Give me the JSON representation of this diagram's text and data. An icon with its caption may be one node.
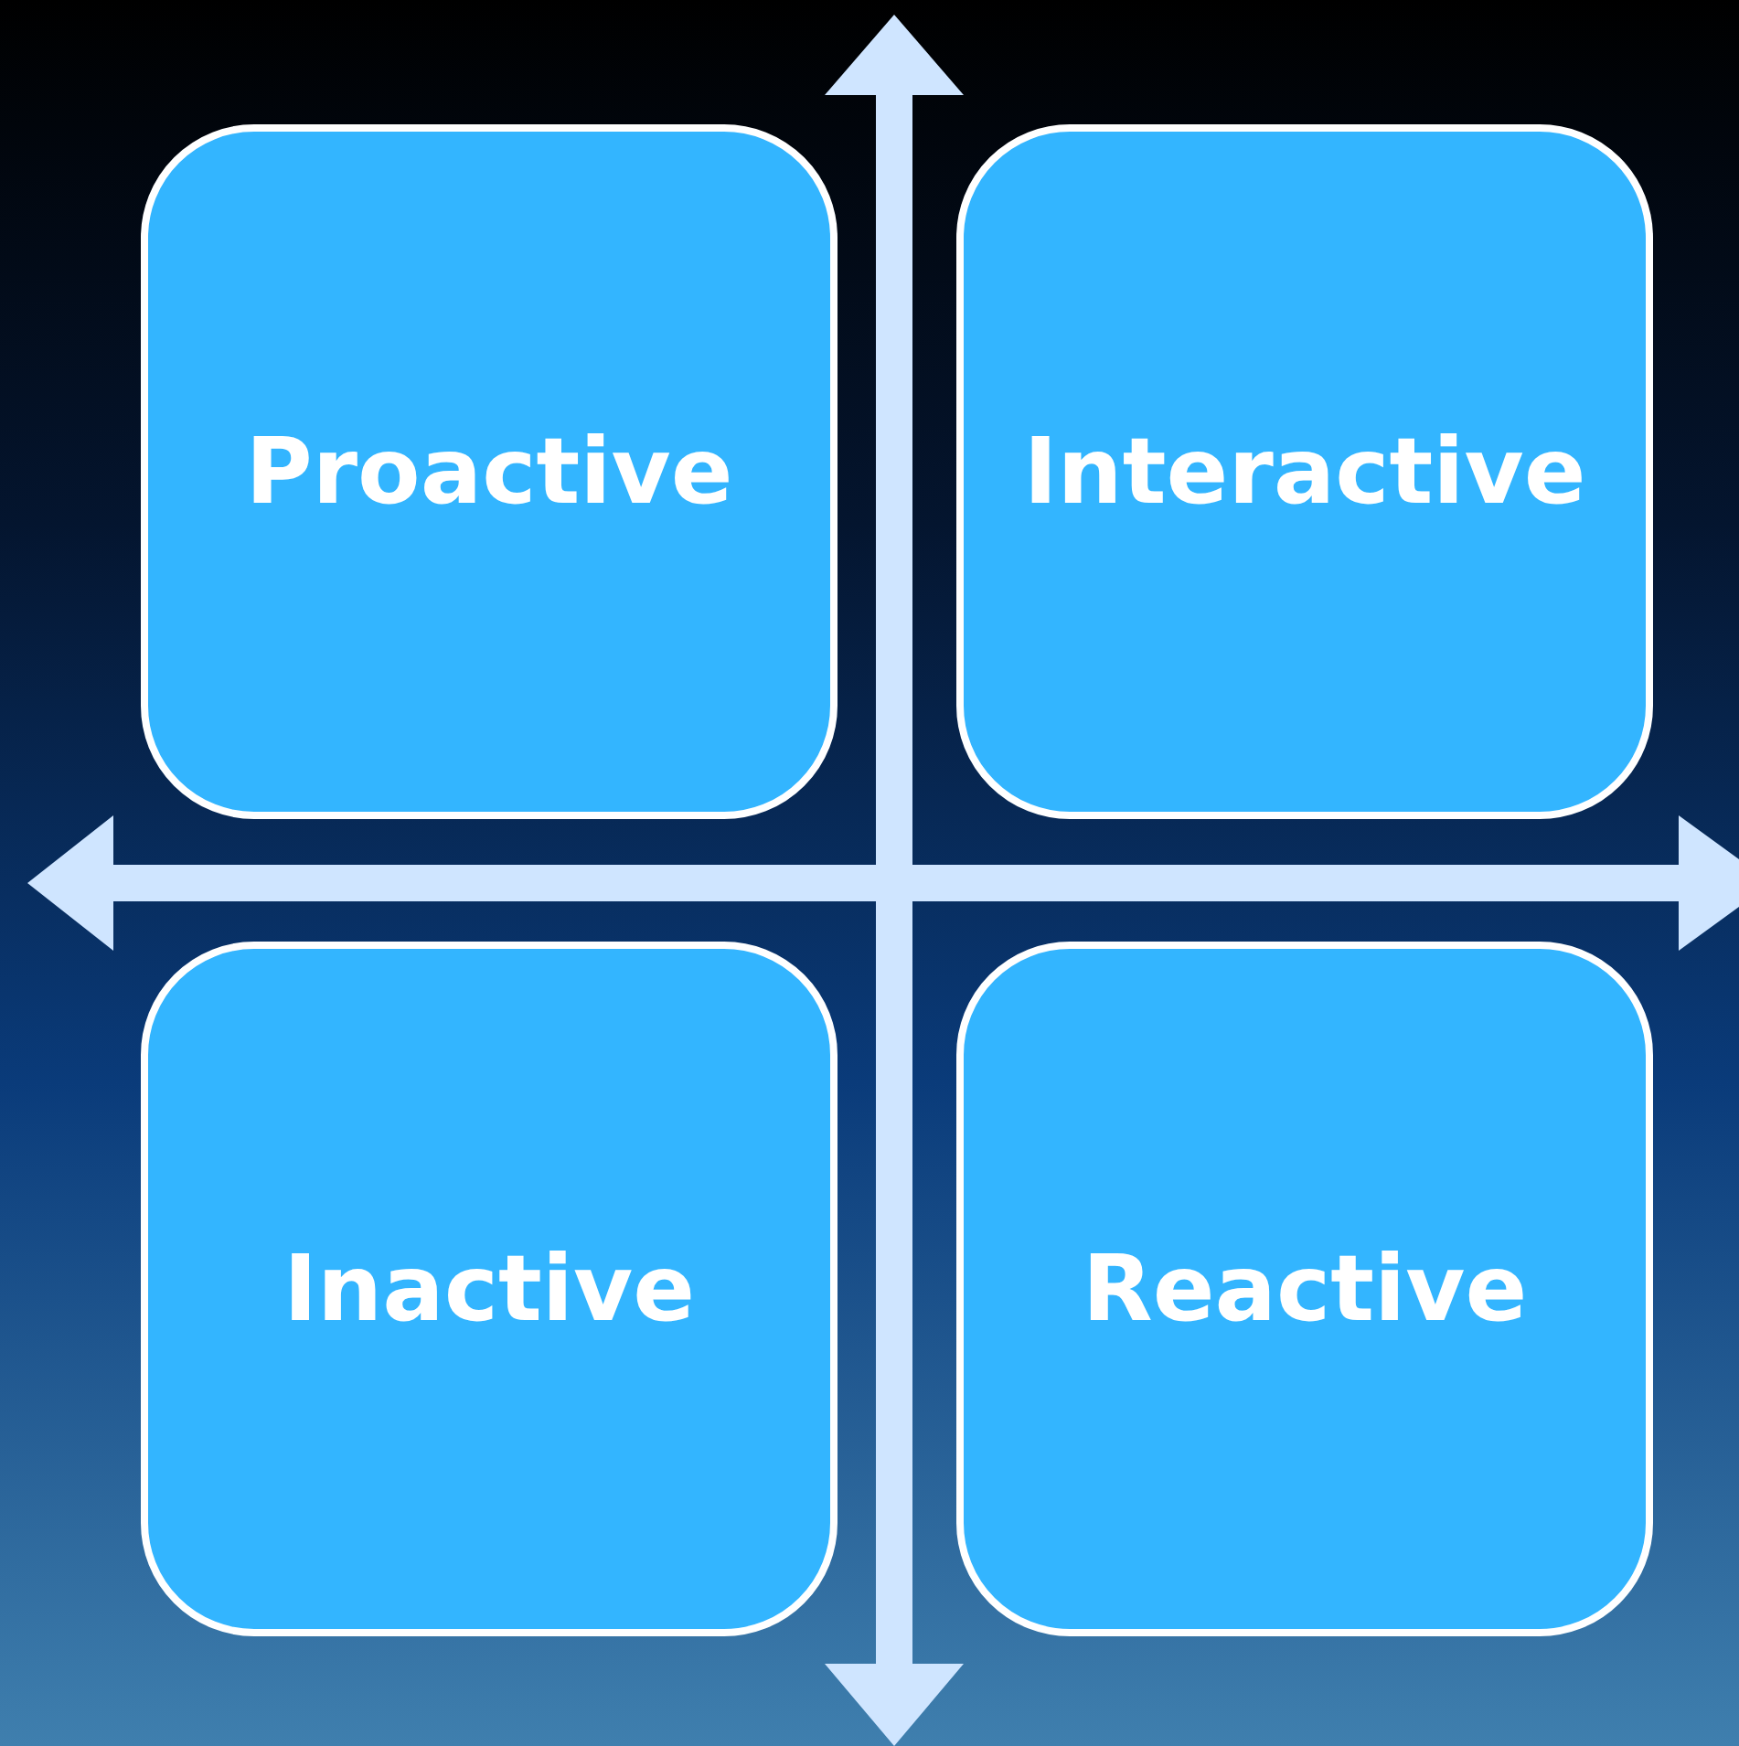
{
  "diagram": {
    "nodes": [
      {
        "text": [
          "Proactive"
        ]
      },
      {
        "text": [
          "Interactive"
        ]
      },
      {
        "text": [
          "Inactive"
        ]
      },
      {
        "text": [
          "Reactive"
        ]
      }
    ]
  }
}
